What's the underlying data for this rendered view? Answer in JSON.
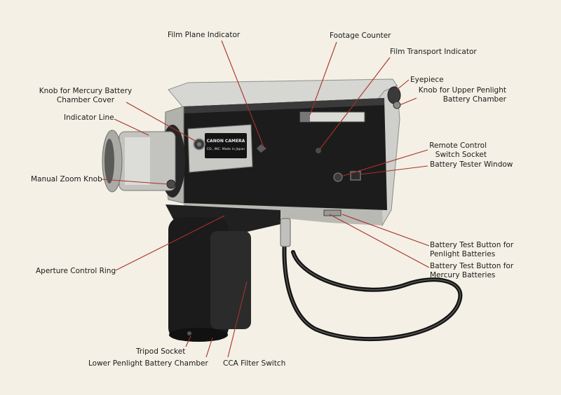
{
  "labels": {
    "film_plane_indicator": "Film Plane Indicator",
    "footage_counter": "Footage Counter",
    "film_transport_indicator": "Film Transport Indicator",
    "mercury_cover_knob": "Knob for Mercury Battery Chamber Cover",
    "indicator_line": "Indicator Line",
    "manual_zoom_knob": "Manual Zoom Knob",
    "aperture_control_ring": "Aperture Control Ring",
    "tripod_socket": "Tripod Socket",
    "lower_penlight_chamber": "Lower Penlight Battery Chamber",
    "cca_filter_switch": "CCA Filter Switch",
    "eyepiece": "Eyepiece",
    "upper_penlight_knob": "Knob for Upper Penlight Battery Chamber",
    "remote_control_socket": "Remote Control Switch Socket",
    "battery_tester_window": "Battery Tester Window",
    "battery_test_penlight": "Battery Test Button for Penlight Batteries",
    "battery_test_mercury": "Battery Test Button for Mercury Batteries"
  },
  "camera_badge": {
    "line1": "CANON CAMERA",
    "line2": "CO., INC. Made in Japan"
  },
  "leader_color": "#a8312b"
}
